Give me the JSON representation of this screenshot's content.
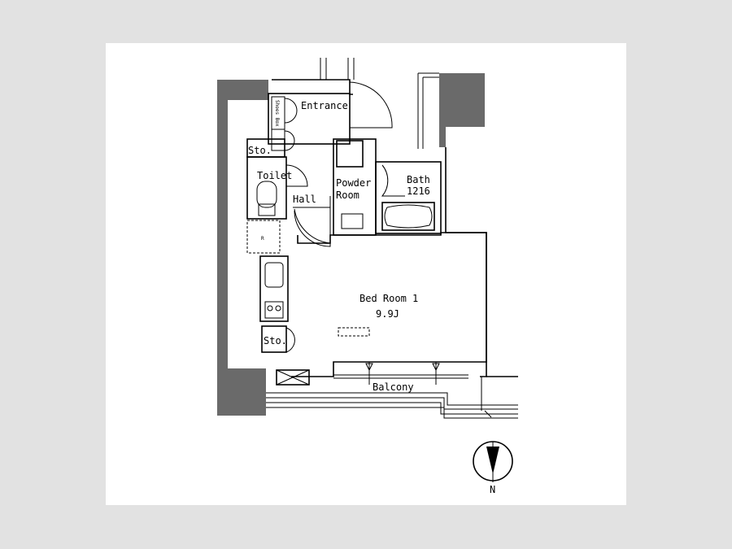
{
  "plan": {
    "entrance": "Entrance",
    "storage_top": "Sto.",
    "toilet": "Toilet",
    "hall": "Hall",
    "powder_line1": "Powder",
    "powder_line2": "Room",
    "bath": "Bath",
    "bath_size": "1216",
    "bedroom_name": "Bed Room 1",
    "bedroom_size": "9.9J",
    "storage_bottom": "Sto.",
    "balcony": "Balcony",
    "fridge_mark": "R",
    "shoes_box": "Shoes Box",
    "north": "N"
  },
  "colors": {
    "wall": "#6a6a6a",
    "background": "#e2e2e2",
    "sheet": "#ffffff"
  }
}
